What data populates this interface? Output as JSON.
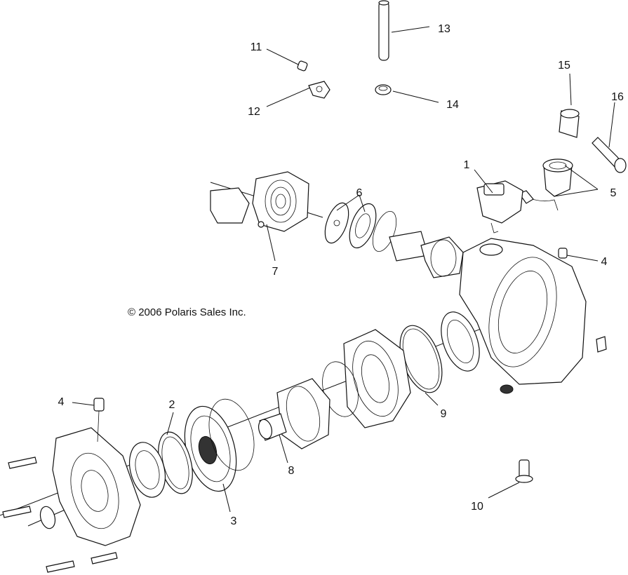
{
  "copyright": "© 2006 Polaris Sales Inc.",
  "callouts": [
    {
      "id": "1",
      "label": "1"
    },
    {
      "id": "2",
      "label": "2"
    },
    {
      "id": "3",
      "label": "3"
    },
    {
      "id": "4a",
      "label": "4"
    },
    {
      "id": "4b",
      "label": "4"
    },
    {
      "id": "5",
      "label": "5"
    },
    {
      "id": "6",
      "label": "6"
    },
    {
      "id": "7",
      "label": "7"
    },
    {
      "id": "8",
      "label": "8"
    },
    {
      "id": "9",
      "label": "9"
    },
    {
      "id": "10",
      "label": "10"
    },
    {
      "id": "11",
      "label": "11"
    },
    {
      "id": "12",
      "label": "12"
    },
    {
      "id": "13",
      "label": "13"
    },
    {
      "id": "14",
      "label": "14"
    },
    {
      "id": "15",
      "label": "15"
    },
    {
      "id": "16",
      "label": "16"
    }
  ]
}
